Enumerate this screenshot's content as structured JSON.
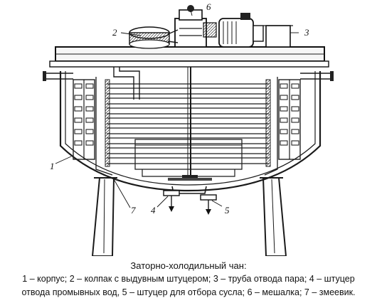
{
  "diagram": {
    "callouts": {
      "c1": "1",
      "c2": "2",
      "c3": "3",
      "c4": "4",
      "c5": "5",
      "c6": "6",
      "c7": "7"
    }
  },
  "caption": {
    "title": "Заторно-холодильный чан:",
    "legend_line1": "1 – корпус; 2 – колпак с выдувным штуцером; 3 – труба отвода пара; 4 – штуцер",
    "legend_line2": "отвода промывных вод, 5 – штуцер для отбора сусла; 6 – мешалка; 7 – змеевик."
  }
}
